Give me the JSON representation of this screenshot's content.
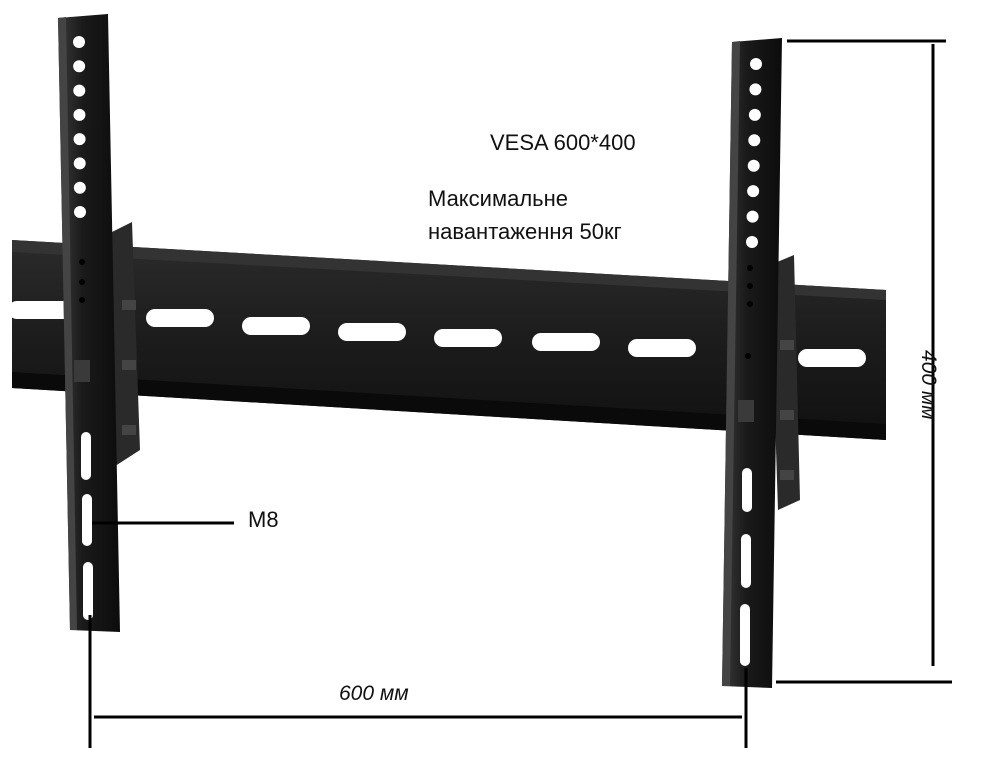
{
  "labels": {
    "vesa": "VESA 600*400",
    "max_load_line1": "Максимальне",
    "max_load_line2": "навантаження 50кг",
    "bolt": "M8",
    "width_dimension": "600 мм",
    "height_dimension": "400 мм"
  },
  "colors": {
    "metal_dark": "#1f1f1f",
    "metal_shade": "#111111",
    "metal_highlight": "#3a3a3a",
    "slot": "#ffffff",
    "dimension_line": "#000000"
  }
}
